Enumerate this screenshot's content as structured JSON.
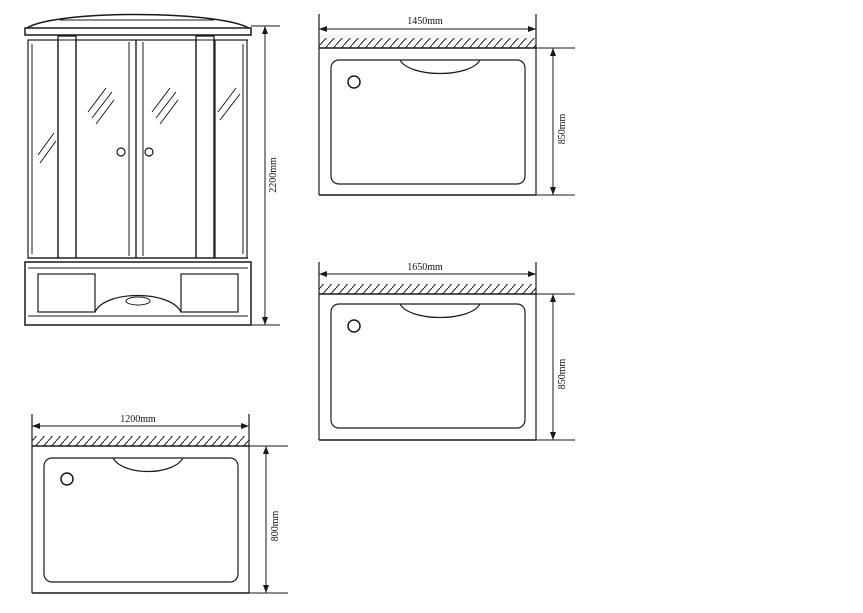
{
  "cabin": {
    "height_label": "2200mm"
  },
  "trays": [
    {
      "id": "tray-1450",
      "width_label": "1450mm",
      "depth_label": "850mm"
    },
    {
      "id": "tray-1650",
      "width_label": "1650mm",
      "depth_label": "850mm"
    },
    {
      "id": "tray-1200",
      "width_label": "1200mm",
      "depth_label": "800mm"
    }
  ],
  "colors": {
    "line": "#1a1a1a",
    "background": "#ffffff"
  }
}
